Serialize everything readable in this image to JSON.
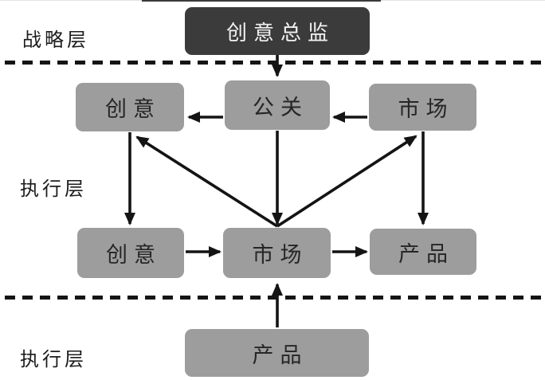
{
  "diagram": {
    "title_none": "",
    "layers": [
      {
        "label": "战略层"
      },
      {
        "label": "执行层"
      },
      {
        "label": "执行层"
      }
    ],
    "nodes": {
      "director": {
        "label": "创意总监"
      },
      "creative_top": {
        "label": "创意"
      },
      "pr": {
        "label": "公关"
      },
      "market_top": {
        "label": "市场"
      },
      "creative_mid": {
        "label": "创意"
      },
      "market_mid": {
        "label": "市场"
      },
      "product_mid": {
        "label": "产品"
      },
      "product_bottom": {
        "label": "产品"
      }
    },
    "edges": [
      {
        "from": "director",
        "to": "pr"
      },
      {
        "from": "pr",
        "to": "creative_top"
      },
      {
        "from": "market_top",
        "to": "pr"
      },
      {
        "from": "creative_top",
        "to": "creative_mid"
      },
      {
        "from": "market_mid",
        "to": "creative_top"
      },
      {
        "from": "pr",
        "to": "market_mid"
      },
      {
        "from": "market_mid",
        "to": "market_top"
      },
      {
        "from": "market_top",
        "to": "product_mid"
      },
      {
        "from": "creative_mid",
        "to": "market_mid"
      },
      {
        "from": "market_mid",
        "to": "product_mid"
      },
      {
        "from": "product_bottom",
        "to": "market_mid"
      }
    ],
    "colors": {
      "node_bg": "#9d9d9d",
      "director_bg": "#3b3b3b",
      "node_text": "#262626",
      "director_text": "#f2f2f2",
      "arrow": "#141414",
      "background": "#ffffff"
    }
  }
}
